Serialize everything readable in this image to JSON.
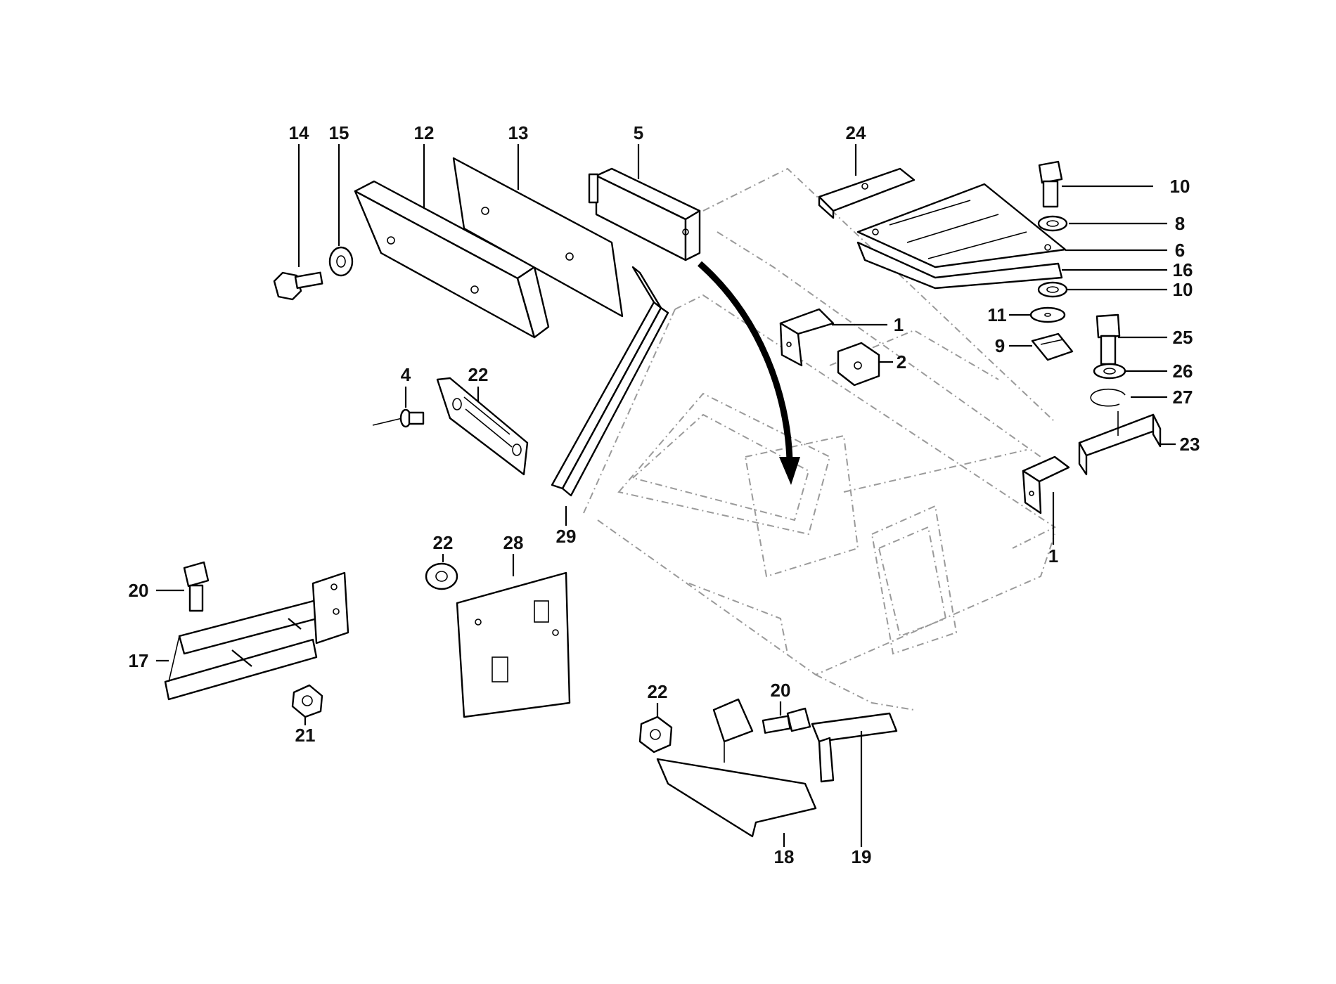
{
  "callouts": [
    {
      "id": "c14",
      "text": "14"
    },
    {
      "id": "c15",
      "text": "15"
    },
    {
      "id": "c12",
      "text": "12"
    },
    {
      "id": "c13",
      "text": "13"
    },
    {
      "id": "c5",
      "text": "5"
    },
    {
      "id": "c24",
      "text": "24"
    },
    {
      "id": "c10a",
      "text": "10"
    },
    {
      "id": "c8",
      "text": "8"
    },
    {
      "id": "c6",
      "text": "6"
    },
    {
      "id": "c16",
      "text": "16"
    },
    {
      "id": "c10b",
      "text": "10"
    },
    {
      "id": "c11",
      "text": "11"
    },
    {
      "id": "c25",
      "text": "25"
    },
    {
      "id": "c9",
      "text": "9"
    },
    {
      "id": "c26",
      "text": "26"
    },
    {
      "id": "c27",
      "text": "27"
    },
    {
      "id": "c23",
      "text": "23"
    },
    {
      "id": "c1a",
      "text": "1"
    },
    {
      "id": "c2",
      "text": "2"
    },
    {
      "id": "c1b",
      "text": "1"
    },
    {
      "id": "c4",
      "text": "4"
    },
    {
      "id": "c22a",
      "text": "22"
    },
    {
      "id": "c29",
      "text": "29"
    },
    {
      "id": "c22b",
      "text": "22"
    },
    {
      "id": "c28",
      "text": "28"
    },
    {
      "id": "c20a",
      "text": "20"
    },
    {
      "id": "c17",
      "text": "17"
    },
    {
      "id": "c21",
      "text": "21"
    },
    {
      "id": "c22c",
      "text": "22"
    },
    {
      "id": "c20b",
      "text": "20"
    },
    {
      "id": "c18",
      "text": "18"
    },
    {
      "id": "c19",
      "text": "19"
    }
  ]
}
